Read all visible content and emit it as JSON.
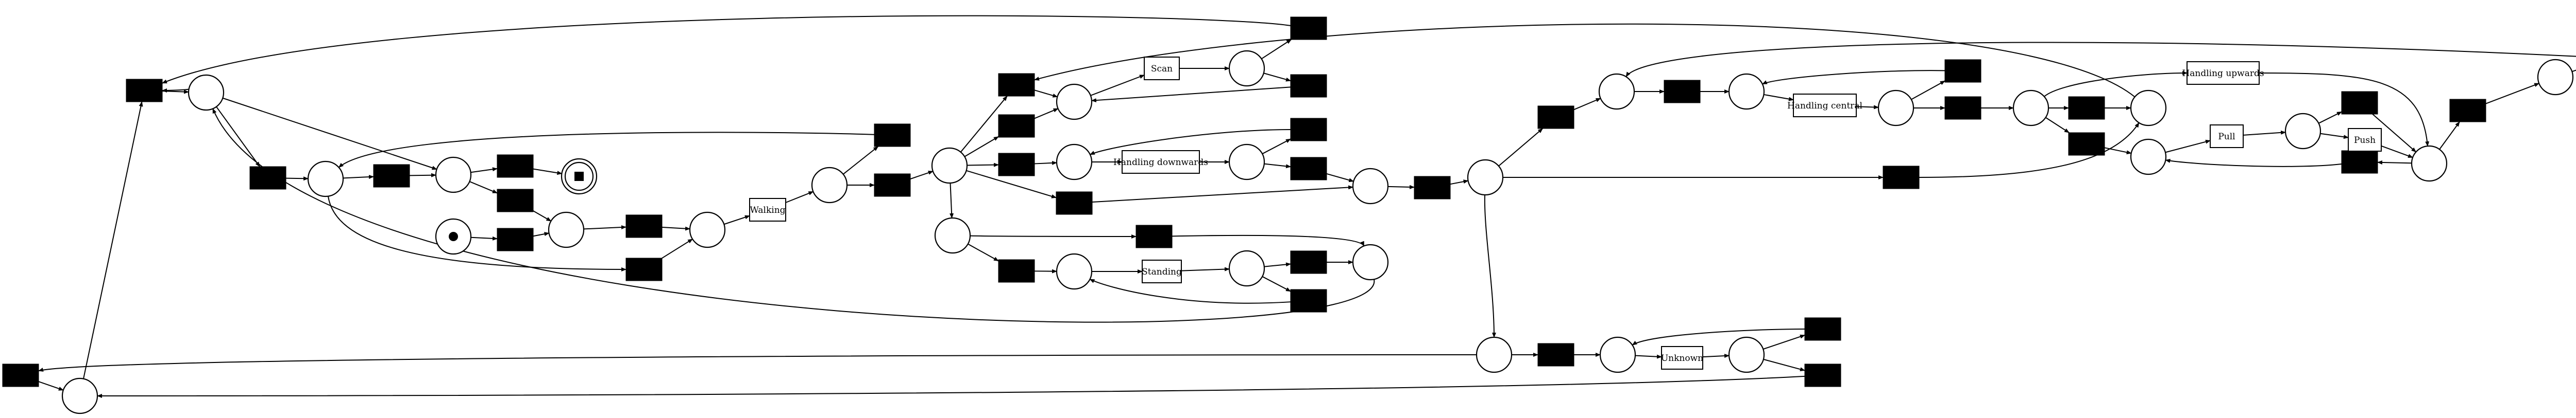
{
  "diagram": {
    "type": "petri-net",
    "colors": {
      "stroke": "#000000",
      "fill": "#ffffff",
      "silent_transition": "#000000"
    },
    "labeled_transitions": [
      {
        "id": "t_walking",
        "label": "Walking"
      },
      {
        "id": "t_scan",
        "label": "Scan"
      },
      {
        "id": "t_handling_downwards",
        "label": "Handling downwards"
      },
      {
        "id": "t_standing",
        "label": "Standing"
      },
      {
        "id": "t_handling_central",
        "label": "Handling central"
      },
      {
        "id": "t_handling_upwards",
        "label": "Handling upwards"
      },
      {
        "id": "t_pull",
        "label": "Pull"
      },
      {
        "id": "t_push",
        "label": "Push"
      },
      {
        "id": "t_unknown",
        "label": "Unknown"
      }
    ],
    "initial_marking": "p_source",
    "final_marking": "p_sink"
  }
}
